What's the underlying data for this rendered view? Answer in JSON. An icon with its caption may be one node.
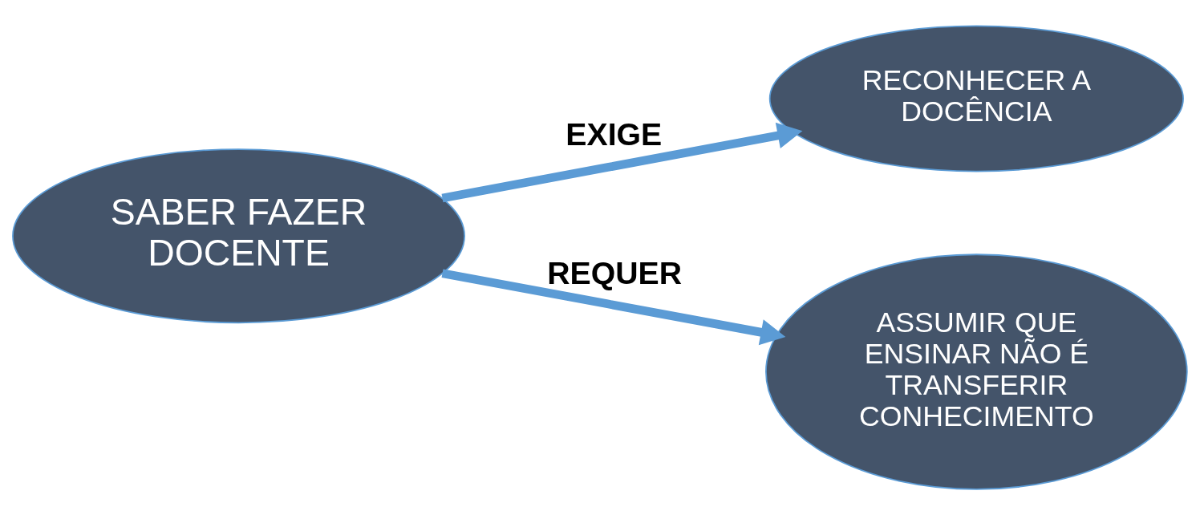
{
  "diagram": {
    "nodes": [
      {
        "text": [
          "RECONHECER A DOCÊNCIA"
        ]
      },
      {
        "text": [
          "ASSUMIR QUE ENSINAR NÃO É TRANSFERIR CONHECIMENTO"
        ]
      },
      {
        "text": [
          "SABER FAZER DOCENTE"
        ]
      }
    ],
    "edges": [
      {
        "from": 2,
        "to": 0,
        "arrow": "to",
        "label": "EXIGE"
      },
      {
        "from": 2,
        "to": 1,
        "arrow": "to",
        "label": "REQUER"
      }
    ]
  }
}
